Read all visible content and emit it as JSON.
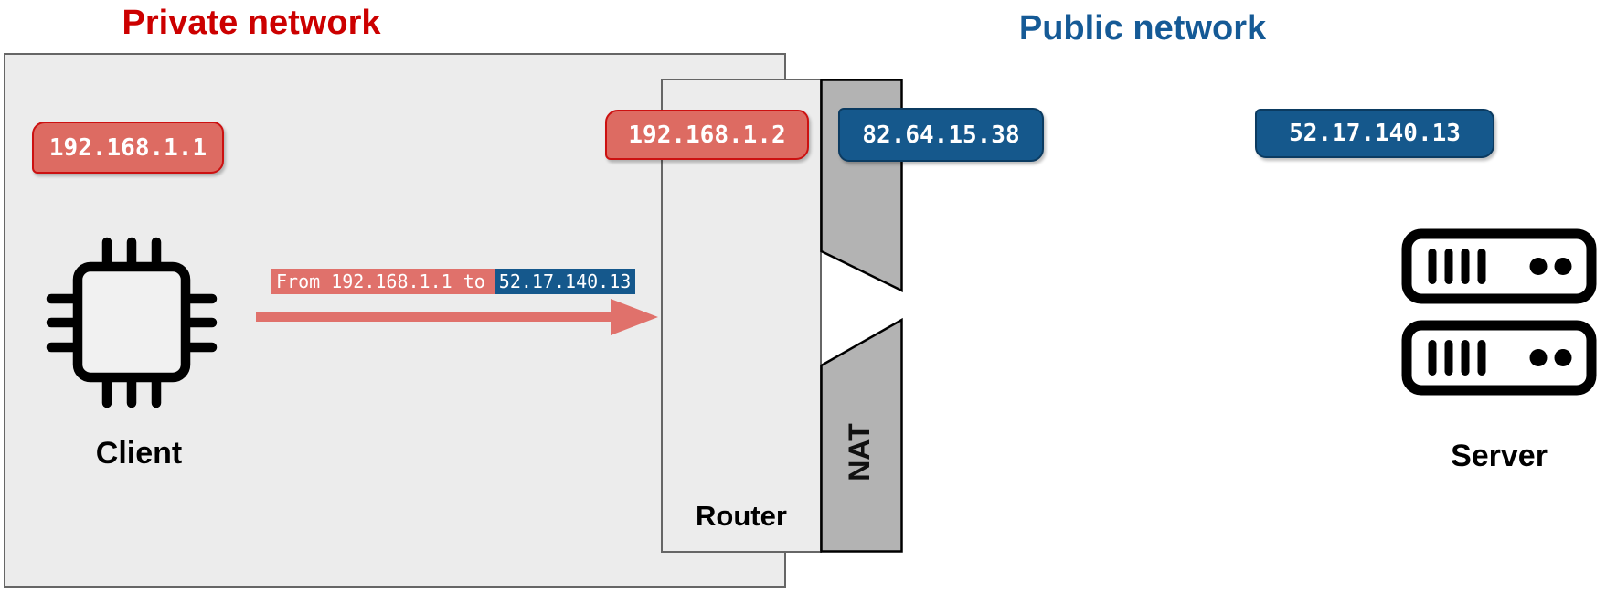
{
  "titles": {
    "private": "Private network",
    "public": "Public network"
  },
  "client": {
    "label": "Client",
    "ip": "192.168.1.1"
  },
  "router": {
    "label": "Router",
    "private_ip": "192.168.1.2",
    "public_ip": "82.64.15.38",
    "nat": {
      "label": "NAT"
    }
  },
  "server": {
    "label": "Server",
    "ip": "52.17.140.13"
  },
  "packet": {
    "from_part": "From 192.168.1.1 to",
    "to_part": "52.17.140.13"
  },
  "colors": {
    "private_title": "#cc0000",
    "public_title": "#155a96",
    "private_badge_fill": "#dd6b62",
    "private_badge_border": "#cc1111",
    "public_badge_fill": "#15588c",
    "public_badge_border": "#0b3b61",
    "zone_fill": "#ececec",
    "zone_border": "#666666",
    "nat_fill": "#b3b3b3",
    "arrow": "#e0716b"
  }
}
